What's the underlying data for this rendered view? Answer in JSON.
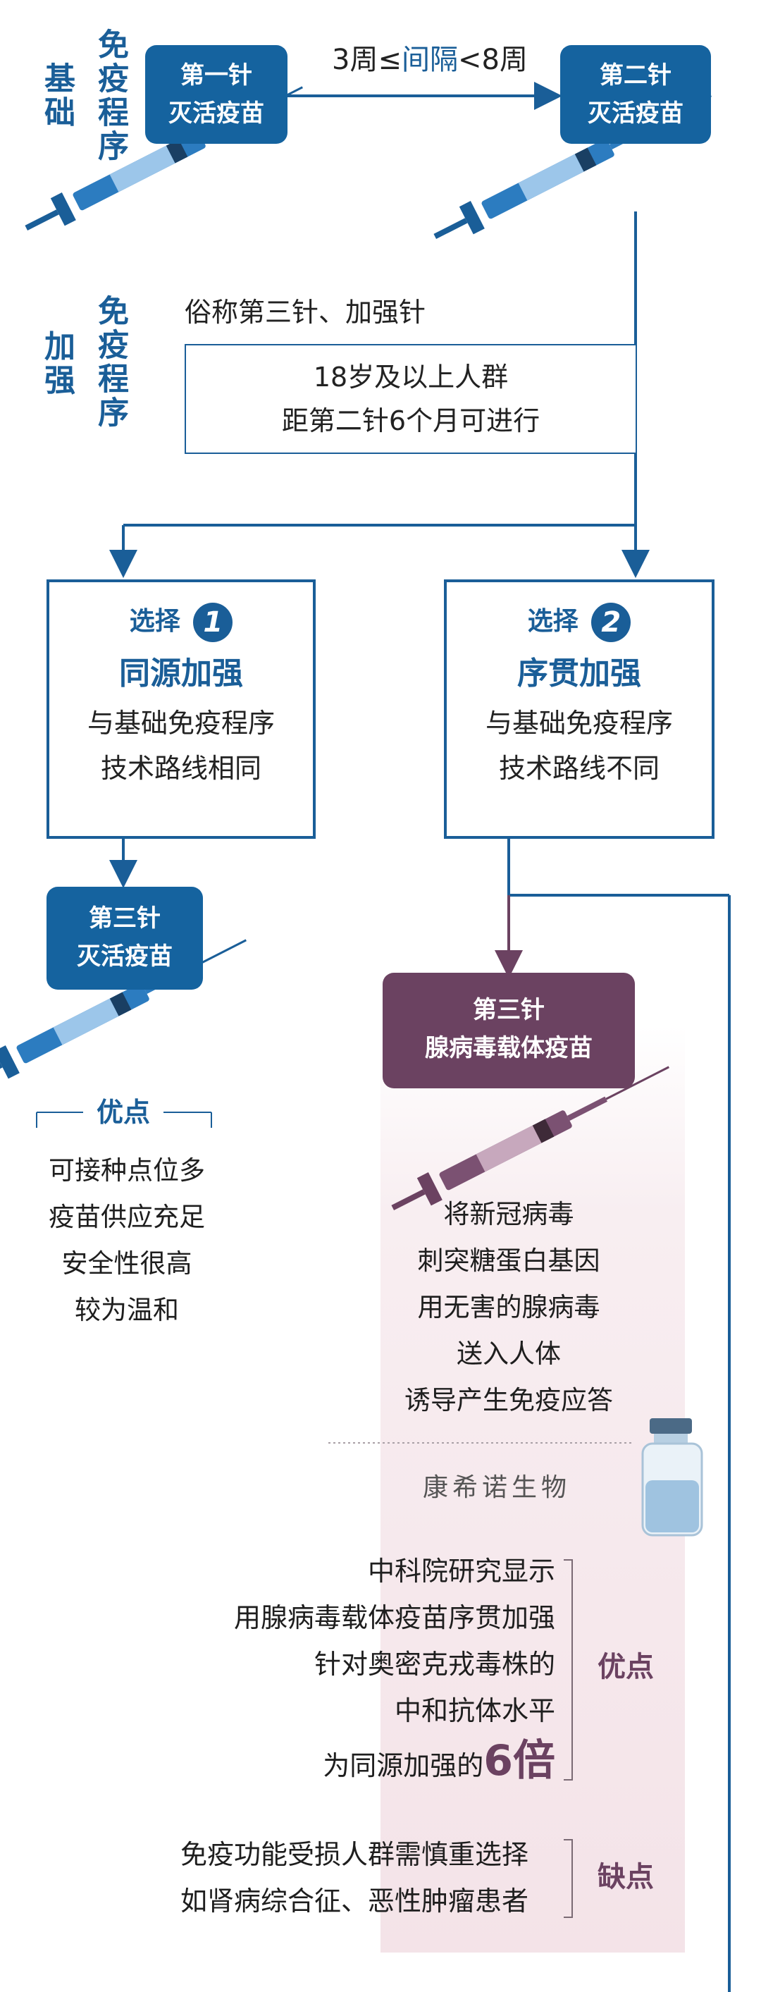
{
  "colors": {
    "blue": "#1a5e98",
    "blue_fill": "#15639f",
    "purple": "#6b4261",
    "pink_panel": "#f7eaee"
  },
  "basic_section": {
    "label_left": "基础",
    "label_right": "免疫程序",
    "dose1": {
      "line1": "第一针",
      "line2": "灭活疫苗"
    },
    "dose2": {
      "line1": "第二针",
      "line2": "灭活疫苗"
    },
    "interval": {
      "prefix": "3周≤",
      "highlight": "间隔",
      "suffix": "<8周"
    }
  },
  "booster_section": {
    "label_left": "加强",
    "label_right": "免疫程序",
    "aka": "俗称第三针、加强针",
    "criteria": [
      "18岁及以上人群",
      "距第二针6个月可进行"
    ]
  },
  "option1": {
    "choose": "选择",
    "number": "1",
    "title": "同源加强",
    "desc": [
      "与基础免疫程序",
      "技术路线相同"
    ]
  },
  "option2": {
    "choose": "选择",
    "number": "2",
    "title": "序贯加强",
    "desc": [
      "与基础免疫程序",
      "技术路线不同"
    ]
  },
  "dose3_inactivated": {
    "line1": "第三针",
    "line2": "灭活疫苗"
  },
  "advantages1": {
    "heading": "优点",
    "items": [
      "可接种点位多",
      "疫苗供应充足",
      "安全性很高",
      "较为温和"
    ]
  },
  "dose3_adenovirus": {
    "line1": "第三针",
    "line2": "腺病毒载体疫苗"
  },
  "mechanism": [
    "将新冠病毒",
    "刺突糖蛋白基因",
    "用无害的腺病毒",
    "送入人体",
    "诱导产生免疫应答"
  ],
  "manufacturer": "康希诺生物",
  "advantages2": {
    "heading": "优点",
    "lines": [
      "中科院研究显示",
      "用腺病毒载体疫苗序贯加强",
      "针对奥密克戎毒株的",
      "中和抗体水平"
    ],
    "last_prefix": "为同源加强的",
    "last_highlight": "6倍"
  },
  "disadvantages2": {
    "heading": "缺点",
    "lines": [
      "免疫功能受损人群需慎重选择",
      "如肾病综合征、恶性肿瘤患者"
    ]
  }
}
